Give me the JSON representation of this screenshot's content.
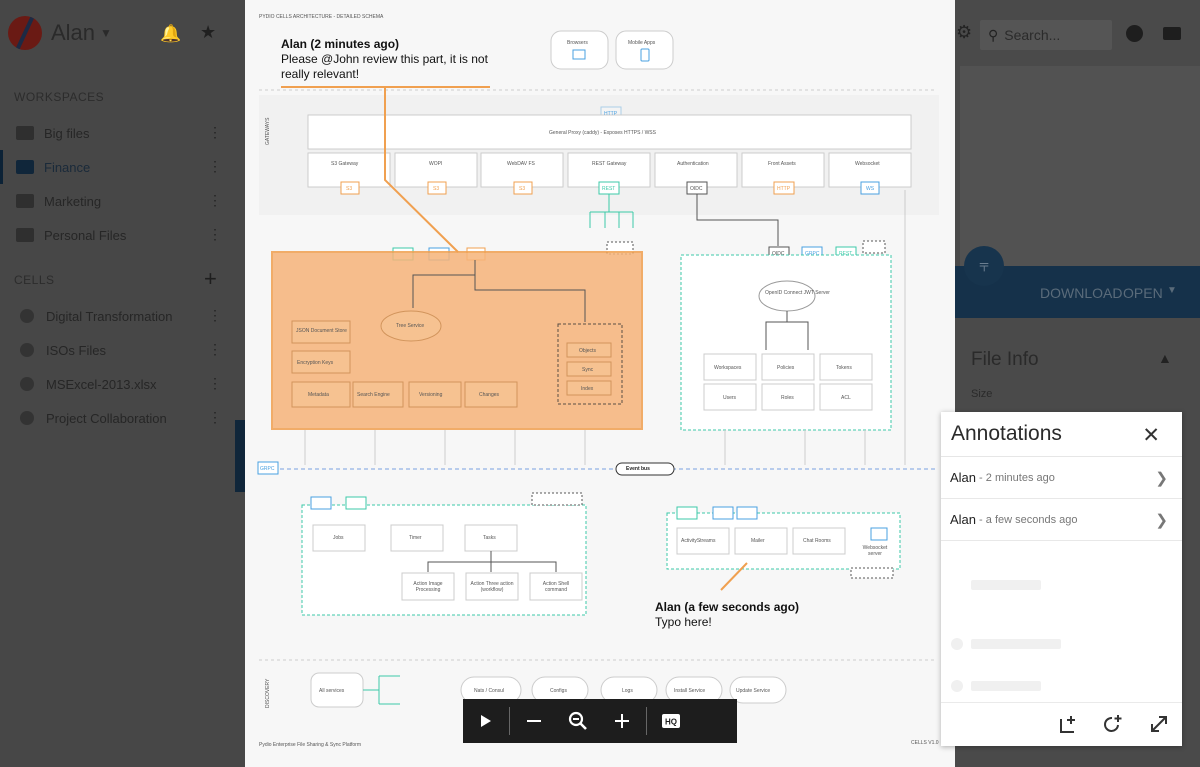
{
  "user": {
    "name": "Alan"
  },
  "sidebar": {
    "workspaces_title": "WORKSPACES",
    "workspaces": [
      {
        "label": "Big files"
      },
      {
        "label": "Finance",
        "active": true
      },
      {
        "label": "Marketing"
      },
      {
        "label": "Personal Files"
      }
    ],
    "cells_title": "CELLS",
    "cells": [
      {
        "label": "Digital Transformation"
      },
      {
        "label": "ISOs Files"
      },
      {
        "label": "MSExcel-2013.xlsx"
      },
      {
        "label": "Project Collaboration"
      }
    ]
  },
  "header": {
    "search_placeholder": "Search..."
  },
  "actions": {
    "download": "DOWNLOAD",
    "open": "OPEN"
  },
  "file_info": {
    "title": "File Info",
    "size_label": "Size"
  },
  "annotations_panel": {
    "title": "Annotations",
    "items": [
      {
        "author": "Alan",
        "when": "2 minutes ago"
      },
      {
        "author": "Alan",
        "when": "a few seconds ago"
      }
    ]
  },
  "diagram": {
    "heading": "PYDIO CELLS ARCHITECTURE - DETAILED SCHEMA",
    "browsers": "Browsers",
    "mobile_apps": "Mobile Apps",
    "gateways_label": "GATEWAYS",
    "http_tag": "HTTP",
    "proxy": "General Proxy (caddy) - Exposes HTTPS / WSS",
    "gateways": [
      "S3 Gateway",
      "WOPI",
      "WebDAV FS",
      "REST Gateway",
      "Authentication",
      "Front Assets",
      "Websocket"
    ],
    "gateway_tags": [
      "S3",
      "S3",
      "S3",
      "REST",
      "OIDC",
      "HTTP",
      "WS"
    ],
    "tree_service": "Tree Service",
    "left_boxes": [
      "JSON Document Store",
      "Encryption Keys",
      "Metadata",
      "Search Engine",
      "Versioning",
      "Changes"
    ],
    "datasources": [
      "Objects",
      "Sync",
      "Index"
    ],
    "openid": "OpenID Connect JWT Server",
    "right_grid": [
      "Workspaces",
      "Policies",
      "Tokens",
      "Users",
      "Roles",
      "ACL"
    ],
    "event_bus": "Event bus",
    "grpc_tag": "GRPC",
    "rest_tag": "REST",
    "oidc_tag": "OIDC",
    "jobs": [
      "Jobs",
      "Timer",
      "Tasks"
    ],
    "actions": [
      "Action Image Processing",
      "Action Three action (workflow)",
      "Action Shell command"
    ],
    "activity": [
      "ActivityStreams",
      "Mailer",
      "Chat Rooms",
      "Websocket server"
    ],
    "discovery_label": "DISCOVERY",
    "discovery": [
      "All services",
      "Nats / Consul",
      "Configs",
      "Logs",
      "Install Service",
      "Update Service"
    ],
    "footer_left": "Pydio Enterprise File Sharing & Sync Platform",
    "footer_right": "CELLS V1.0"
  },
  "comments": [
    {
      "author": "Alan",
      "when": "(2 minutes ago)",
      "text": "Please @John review this part, it is not really relevant!"
    },
    {
      "author": "Alan",
      "when": "(a few seconds ago)",
      "text": "Typo here!"
    }
  ],
  "colors": {
    "accent_orange": "#f0a050",
    "teal_dash": "#3ccaa8",
    "navy": "#10263a"
  }
}
